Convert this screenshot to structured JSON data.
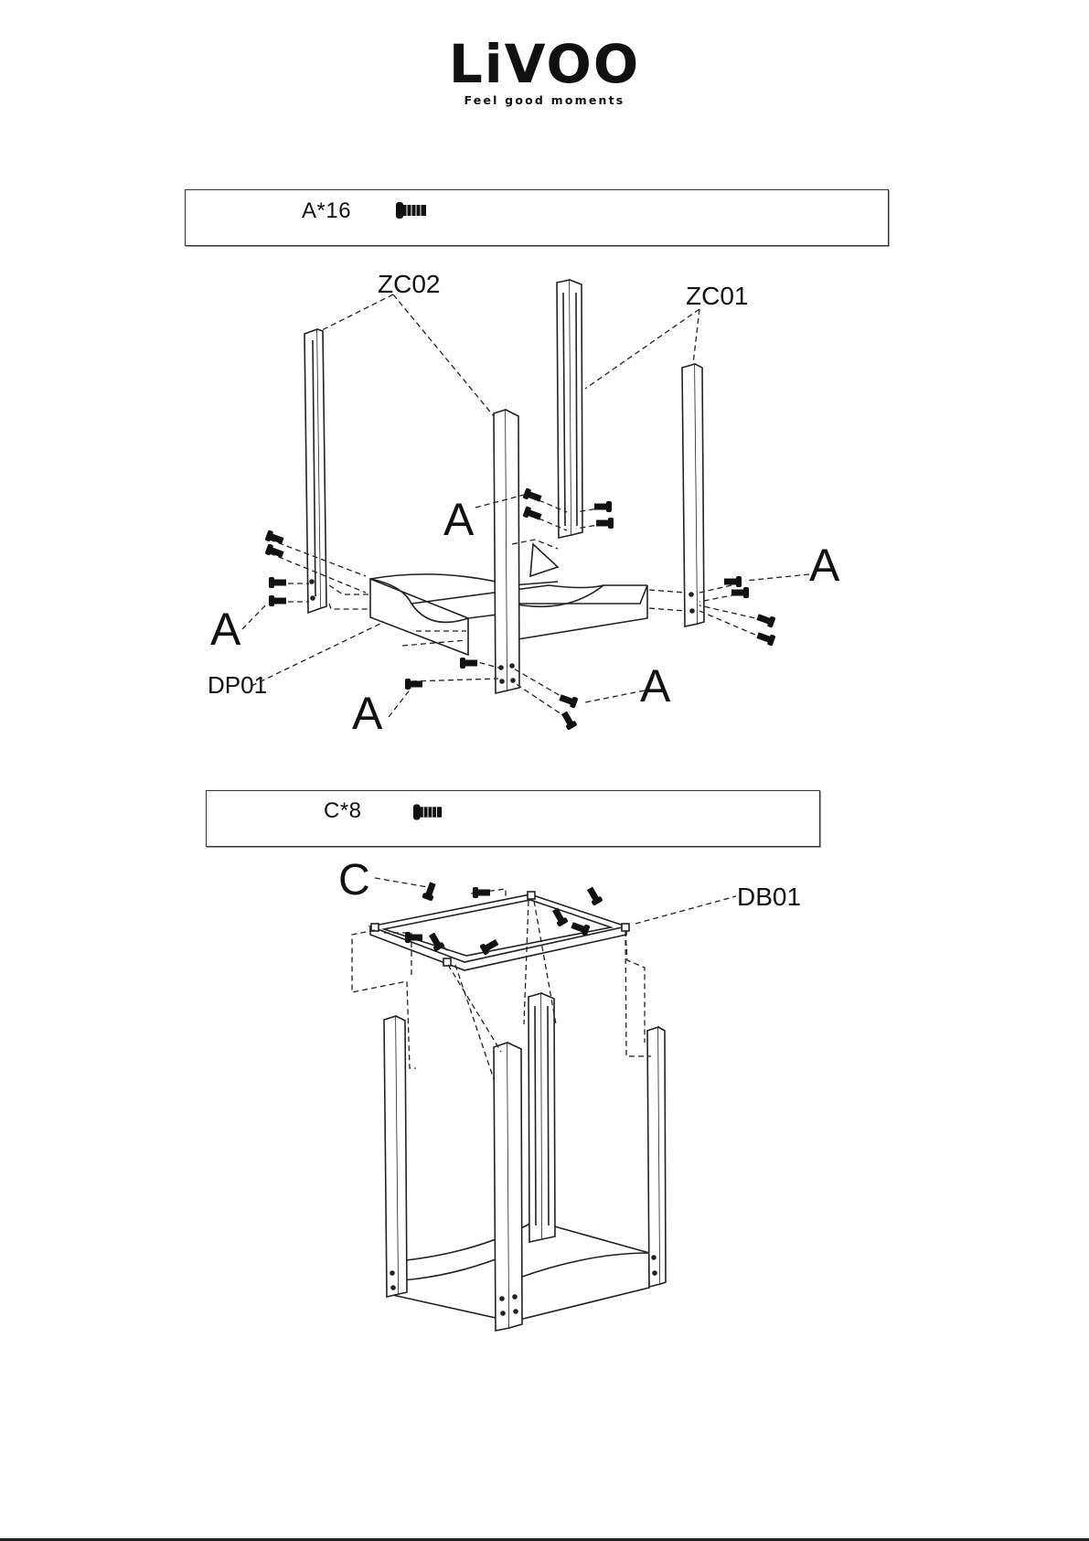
{
  "brand": {
    "name": "LiVOO",
    "tagline": "Feel good moments"
  },
  "step1": {
    "hardware": "A*16",
    "hardware_icon": "bolt-icon",
    "labels": {
      "zc02": "ZC02",
      "zc01": "ZC01",
      "dp01": "DP01",
      "a": "A"
    }
  },
  "step2": {
    "hardware": "C*8",
    "hardware_icon": "bolt-icon",
    "labels": {
      "c": "C",
      "db01": "DB01"
    }
  }
}
